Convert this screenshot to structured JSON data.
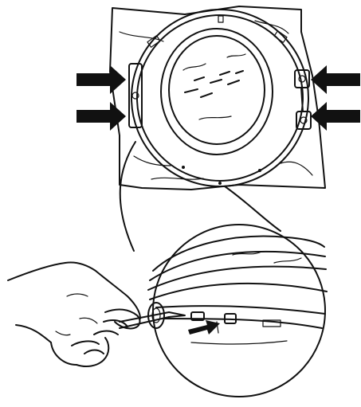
{
  "figure": {
    "type": "technical-line-drawing",
    "subject": "door removal",
    "colors": {
      "ink": "#111111",
      "background": "#ffffff"
    },
    "callout_arrows": 5,
    "icons": [
      "arrow-right-icon",
      "arrow-left-icon",
      "hand-with-screwdriver-icon",
      "door-ring-icon"
    ]
  }
}
